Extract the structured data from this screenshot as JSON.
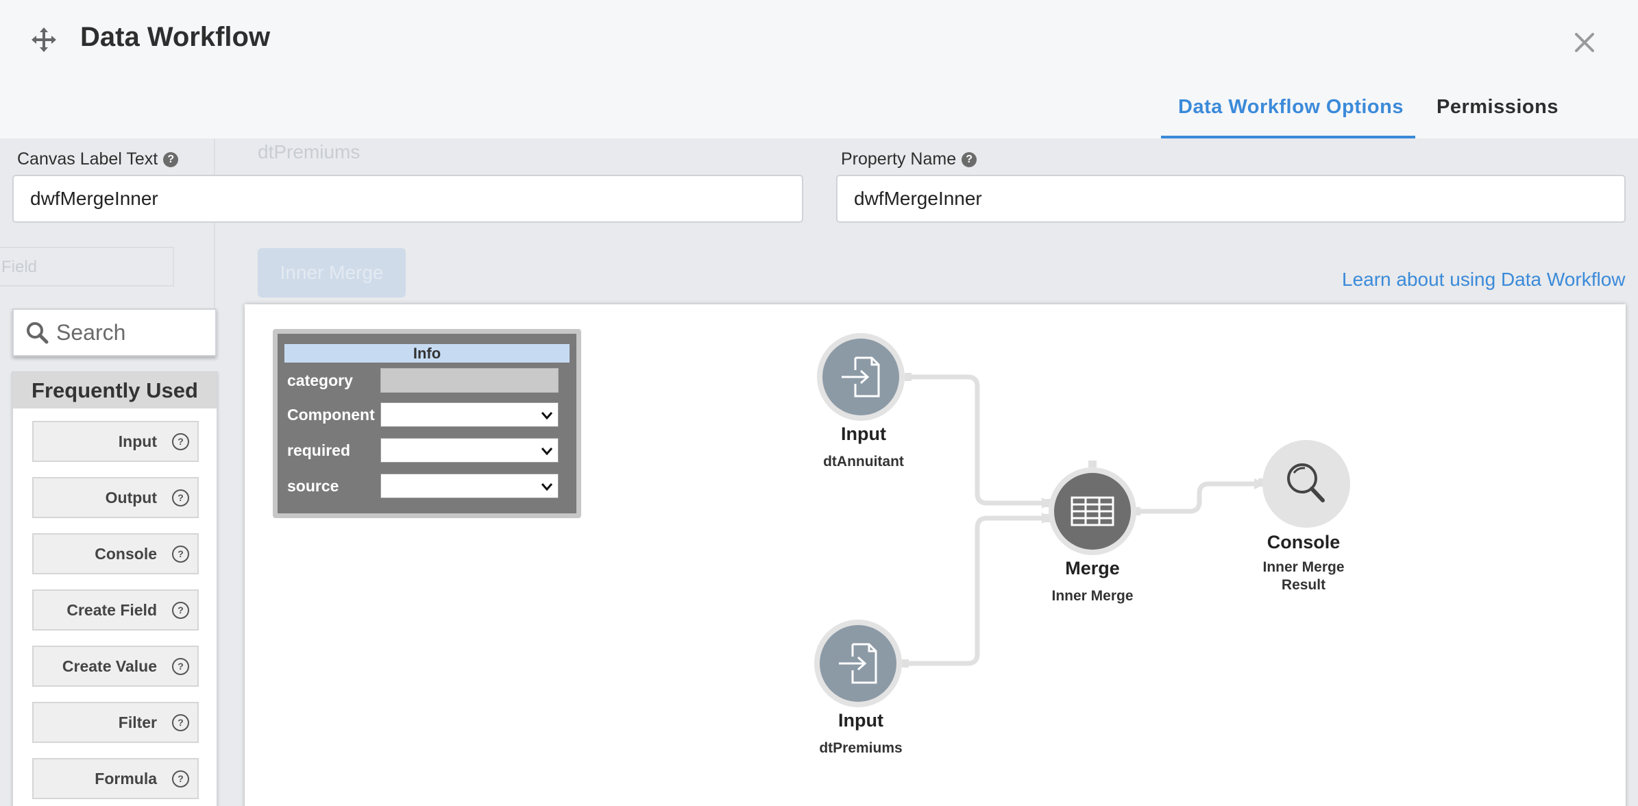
{
  "header": {
    "title": "Data Workflow",
    "tabs": [
      {
        "label": "Data Workflow Options",
        "active": true
      },
      {
        "label": "Permissions",
        "active": false
      }
    ]
  },
  "background": {
    "ghost_property": "dtPremiums",
    "ghost_button": "Inner Merge",
    "ghost_field": "Field"
  },
  "form": {
    "canvas_label": {
      "label": "Canvas Label Text",
      "value": "dwfMergeInner"
    },
    "property_name": {
      "label": "Property Name",
      "value": "dwfMergeInner"
    }
  },
  "learn_link": "Learn about using Data Workflow",
  "palette": {
    "search_placeholder": "Search",
    "section_title": "Frequently Used",
    "items": [
      {
        "label": "Input"
      },
      {
        "label": "Output"
      },
      {
        "label": "Console"
      },
      {
        "label": "Create Field"
      },
      {
        "label": "Create Value"
      },
      {
        "label": "Filter"
      },
      {
        "label": "Formula"
      }
    ]
  },
  "info_panel": {
    "title": "Info",
    "rows": [
      {
        "key": "category",
        "value": ""
      },
      {
        "key": "Component",
        "value": ""
      },
      {
        "key": "required",
        "value": ""
      },
      {
        "key": "source",
        "value": ""
      }
    ]
  },
  "nodes": {
    "input1": {
      "title": "Input",
      "subtitle": "dtAnnuitant"
    },
    "input2": {
      "title": "Input",
      "subtitle": "dtPremiums"
    },
    "merge": {
      "title": "Merge",
      "subtitle": "Inner Merge"
    },
    "console": {
      "title": "Console",
      "subtitle_line1": "Inner Merge",
      "subtitle_line2": "Result"
    }
  },
  "colors": {
    "accent": "#3b8ad9",
    "node_grey": "#8c9aa6",
    "node_dark": "#6e6e6e",
    "node_light": "#e3e3e3"
  }
}
